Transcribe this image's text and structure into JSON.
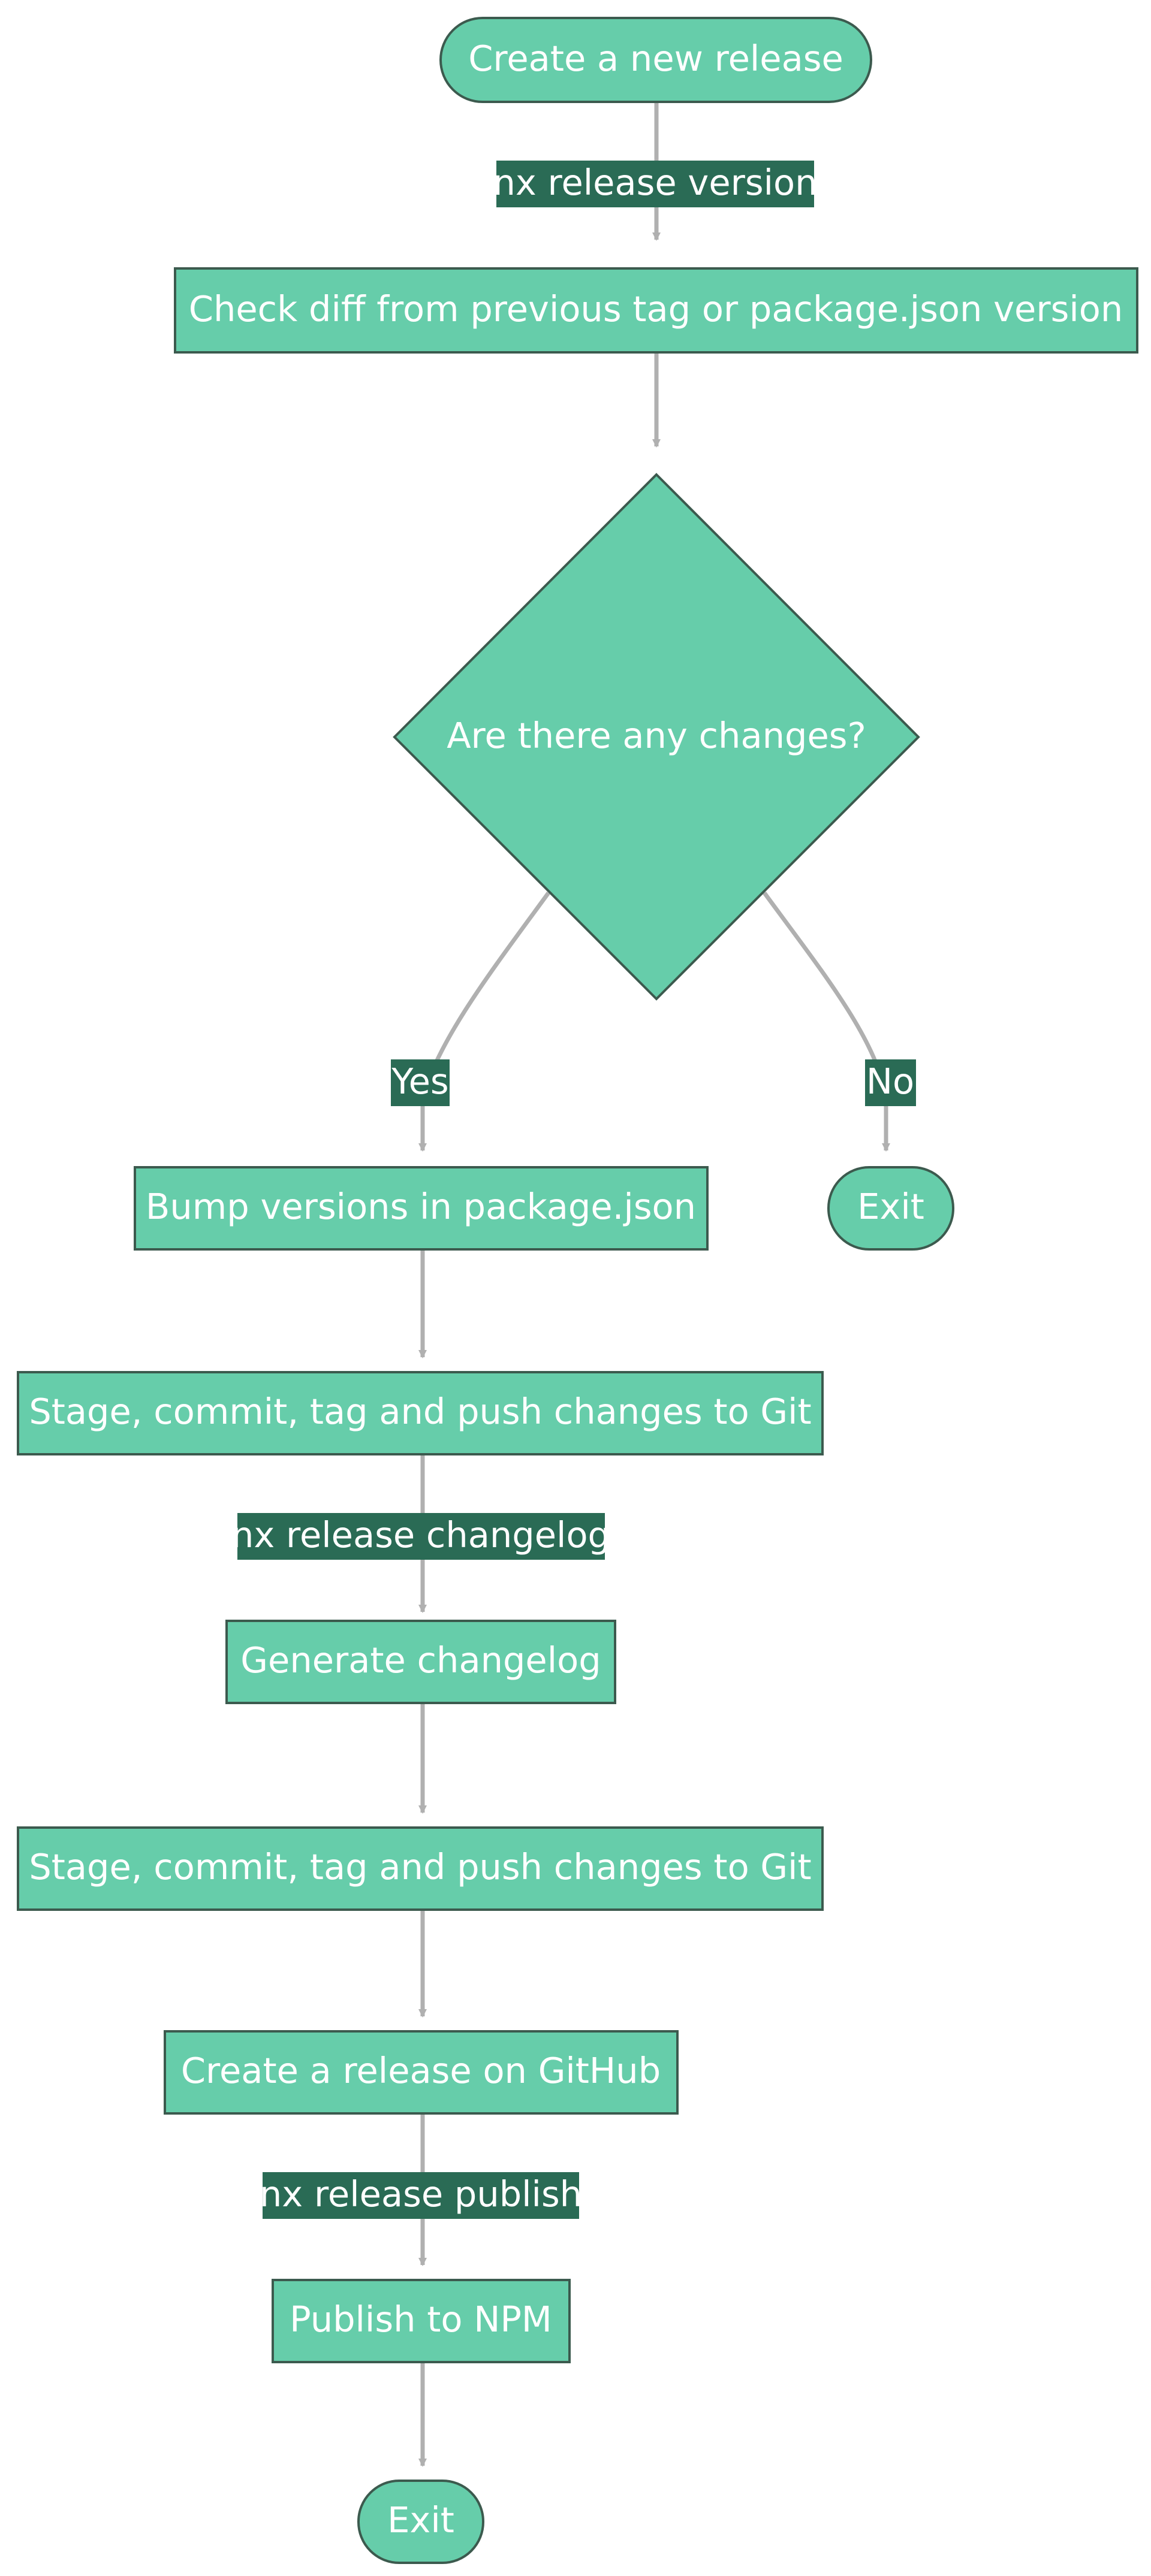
{
  "diagram": {
    "nodes": {
      "start": "Create a new release",
      "check_diff": "Check diff from previous tag or package.json version",
      "decision": "Are there any changes?",
      "bump": "Bump versions in package.json",
      "exit_no": "Exit",
      "commit_1": "Stage, commit, tag and push changes to Git",
      "changelog": "Generate changelog",
      "commit_2": "Stage, commit, tag and push changes to Git",
      "github_release": "Create a release on GitHub",
      "publish": "Publish to NPM",
      "exit_end": "Exit"
    },
    "edge_labels": {
      "version": "nx release version",
      "yes": "Yes",
      "no": "No",
      "changelog": "nx release changelog",
      "publish": "nx release publish"
    }
  },
  "colors": {
    "node_fill": "#66cdaa",
    "node_stroke": "#3c5a4e",
    "edge": "#b0b0b0",
    "edge_label_bg": "#2a6b55",
    "text": "#ffffff"
  }
}
